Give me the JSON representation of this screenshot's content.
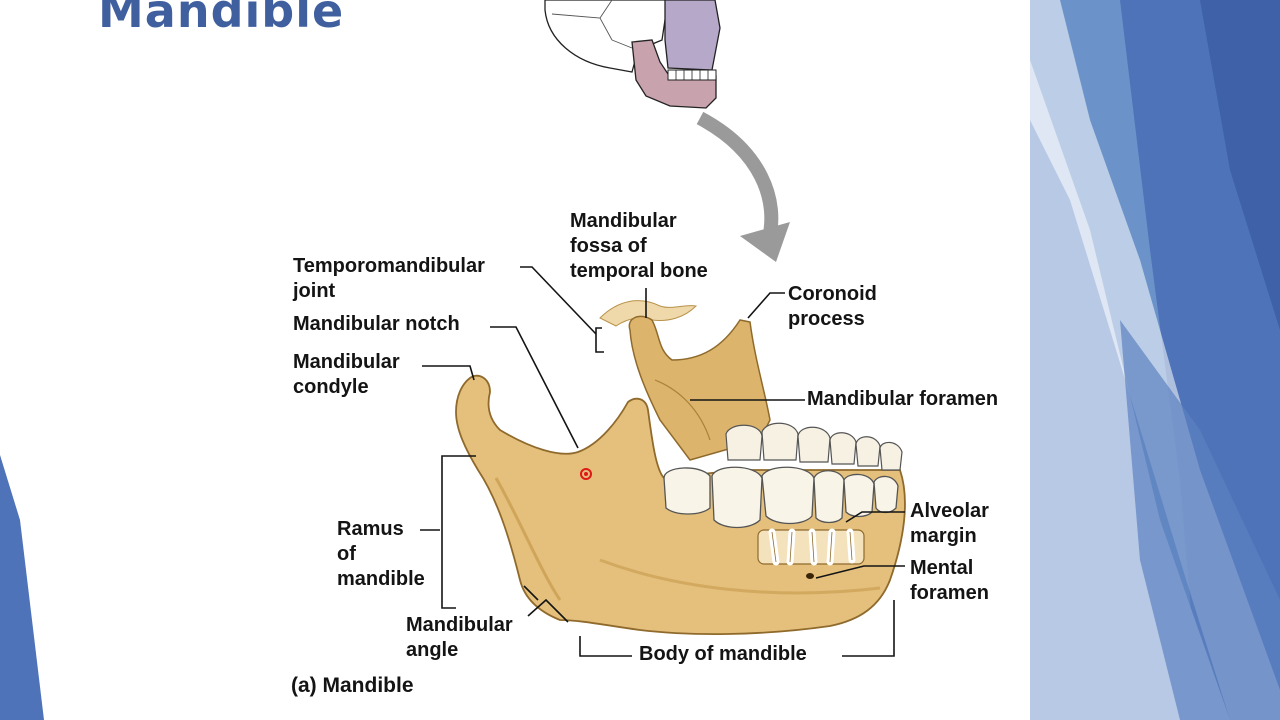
{
  "slide": {
    "title": "Mandible"
  },
  "colors": {
    "title": "#3f5f9e",
    "bone": "#e4c07c",
    "bone_shadow": "#c79a4c",
    "tooth": "#f6f1e2",
    "skull_highlight": "#c8a3ae",
    "maxilla_highlight": "#b5a8c8",
    "arrow": "#9a9a9a",
    "theme_blue": "#4f73b8",
    "marker": "#e01818"
  },
  "labels": {
    "tmj": "Temporomandibular\njoint",
    "mandibular_fossa": "Mandibular\nfossa of\ntemporal bone",
    "coronoid_process": "Coronoid\nprocess",
    "mandibular_notch": "Mandibular notch",
    "mandibular_condyle": "Mandibular\ncondyle",
    "mandibular_foramen": "Mandibular foramen",
    "ramus": "Ramus\nof\nmandible",
    "alveolar_margin": "Alveolar\nmargin",
    "mental_foramen": "Mental\nforamen",
    "mandibular_angle": "Mandibular\nangle",
    "body": "Body of mandible",
    "caption": "(a) Mandible"
  }
}
